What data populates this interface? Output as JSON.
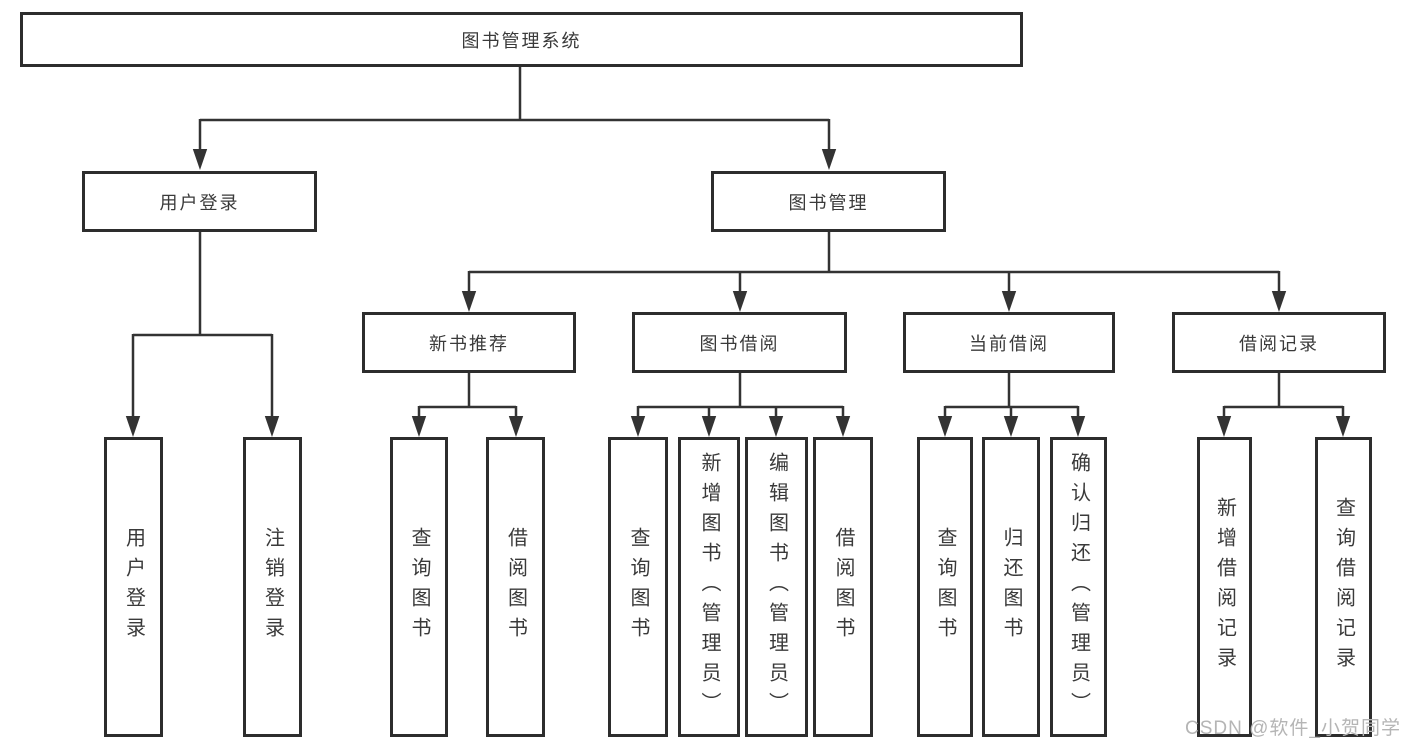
{
  "diagram_title": "图书管理系统",
  "tree": {
    "label": "图书管理系统",
    "children": [
      {
        "label": "用户登录",
        "children": [
          {
            "label": "用户登录"
          },
          {
            "label": "注销登录"
          }
        ]
      },
      {
        "label": "图书管理",
        "children": [
          {
            "label": "新书推荐",
            "children": [
              {
                "label": "查询图书"
              },
              {
                "label": "借阅图书"
              }
            ]
          },
          {
            "label": "图书借阅",
            "children": [
              {
                "label": "查询图书"
              },
              {
                "label": "新增图书（管理员）"
              },
              {
                "label": "编辑图书（管理员）"
              },
              {
                "label": "借阅图书"
              }
            ]
          },
          {
            "label": "当前借阅",
            "children": [
              {
                "label": "查询图书"
              },
              {
                "label": "归还图书"
              },
              {
                "label": "确认归还（管理员）"
              }
            ]
          },
          {
            "label": "借阅记录",
            "children": [
              {
                "label": "新增借阅记录"
              },
              {
                "label": "查询借阅记录"
              }
            ]
          }
        ]
      }
    ]
  },
  "watermark": "CSDN @软件_小贺同学",
  "colors": {
    "line": "#333333",
    "box_border": "#2d2d2d",
    "text": "#3a3a3a",
    "watermark": "#b5b5b5",
    "background": "#ffffff"
  }
}
